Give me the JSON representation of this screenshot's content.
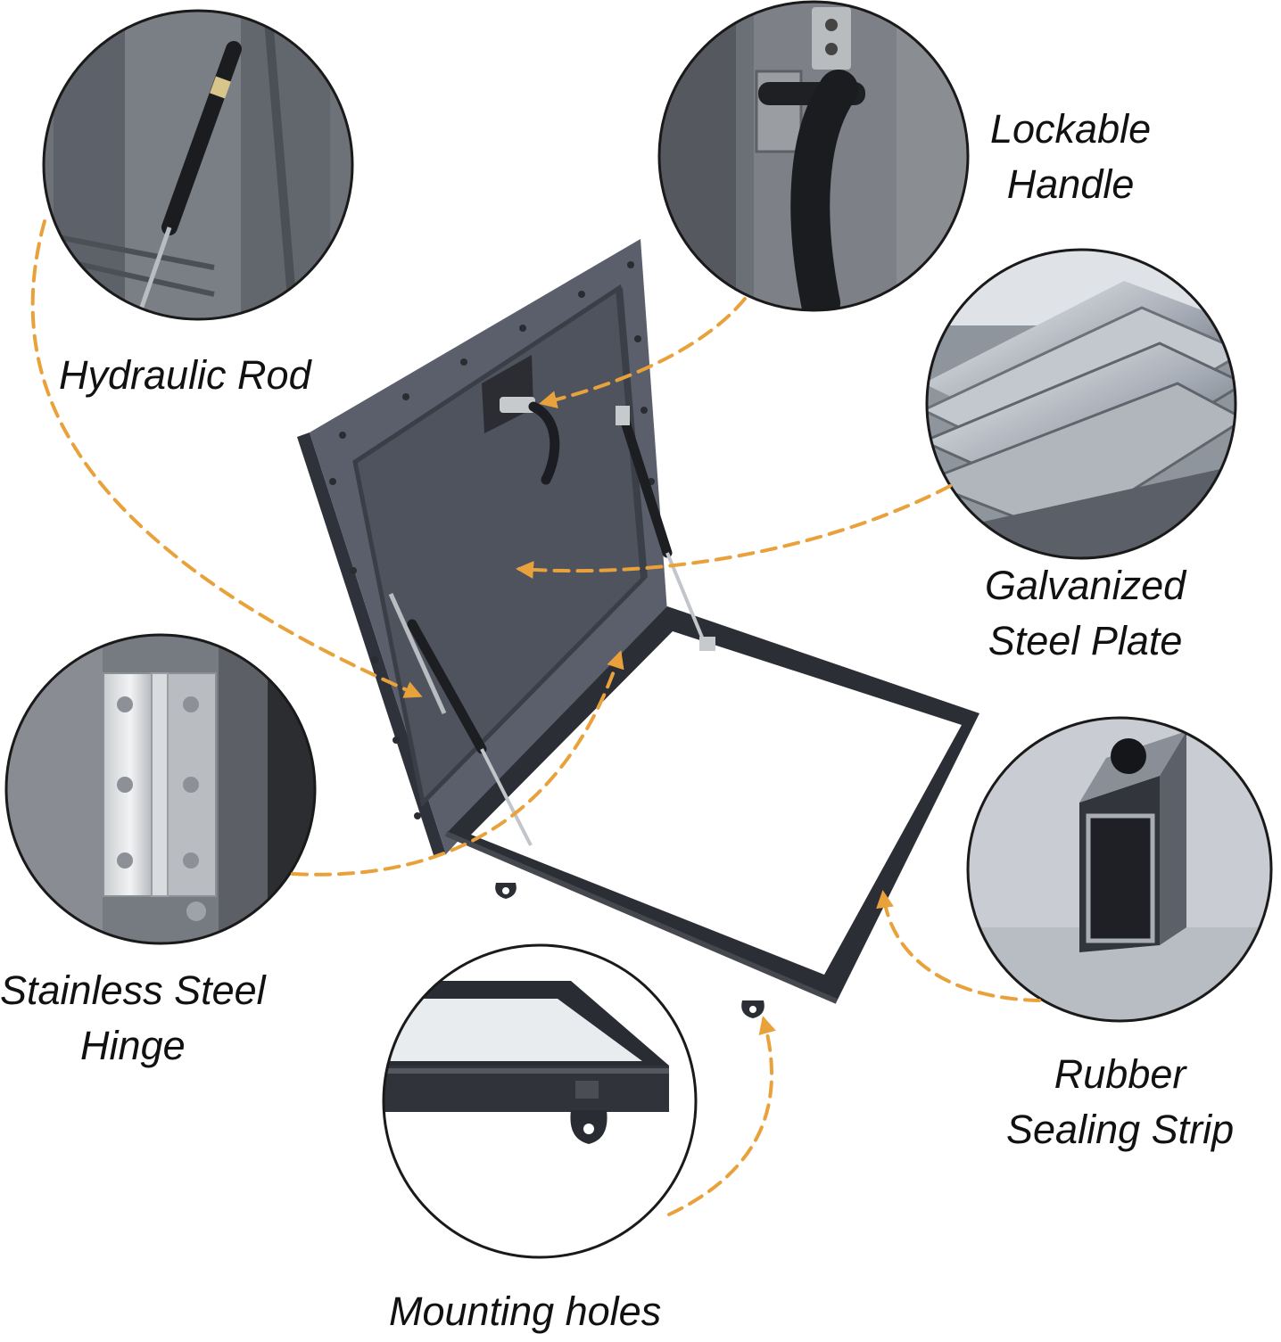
{
  "figure": {
    "labels": {
      "hydraulic_rod": [
        "Hydraulic Rod"
      ],
      "lockable_handle": [
        "Lockable",
        "Handle"
      ],
      "galvanized_steel_plate": [
        "Galvanized",
        "Steel Plate"
      ],
      "stainless_steel_hinge": [
        "Stainless Steel",
        "Hinge"
      ],
      "rubber_sealing_strip": [
        "Rubber",
        "Sealing Strip"
      ],
      "mounting_holes": [
        "Mounting holes"
      ]
    },
    "colors": {
      "callout_arrow": "#e9a23b",
      "hatch_body": "#565b66",
      "hatch_frame": "#2e3038",
      "circle_border": "#1a1a1a"
    }
  }
}
